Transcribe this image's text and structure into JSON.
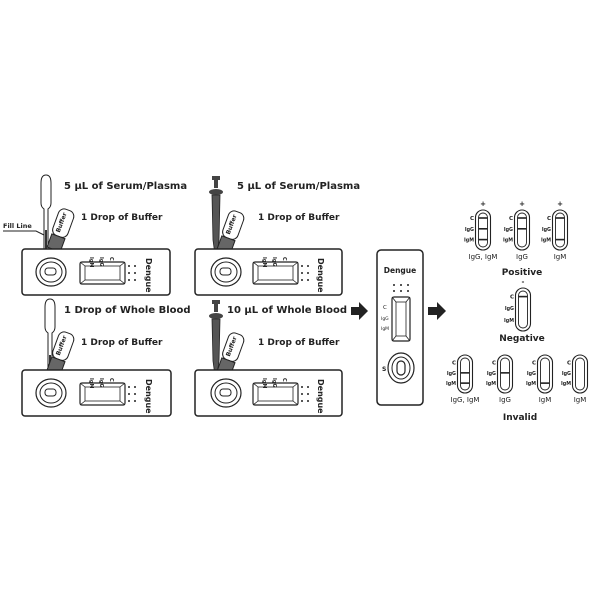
{
  "colors": {
    "ink": "#222222",
    "dark_fill": "#555555",
    "background": "#ffffff"
  },
  "steps": [
    {
      "sample_label": "5 µL of Serum/Plasma",
      "buffer_label": "1 Drop of Buffer",
      "tool": "dropper"
    },
    {
      "sample_label": "5 µL of Serum/Plasma",
      "buffer_label": "1 Drop of Buffer",
      "tool": "micropipette"
    },
    {
      "sample_label": "1 Drop of Whole Blood",
      "buffer_label": "1 Drop of Buffer",
      "tool": "dropper"
    },
    {
      "sample_label": "10 µL of Whole Blood",
      "buffer_label": "1 Drop of Buffer",
      "tool": "micropipette"
    }
  ],
  "fill_line_label": "Fill Line",
  "buffer_bottle_label": "Buffer",
  "cassette": {
    "name": "Dengue",
    "band_labels": {
      "c": "C",
      "igg": "IgG",
      "igm": "IgM"
    },
    "sample_well_label": "S"
  },
  "results": {
    "positive": {
      "title": "Positive",
      "marker": "+",
      "items": [
        {
          "label": "IgG, IgM",
          "c": true,
          "igg": true,
          "igm": true
        },
        {
          "label": "IgG",
          "c": true,
          "igg": true,
          "igm": false
        },
        {
          "label": "IgM",
          "c": true,
          "igg": false,
          "igm": true
        }
      ]
    },
    "negative": {
      "title": "Negative",
      "marker": "-",
      "items": [
        {
          "label": "",
          "c": true,
          "igg": false,
          "igm": false
        }
      ]
    },
    "invalid": {
      "title": "Invalid",
      "items": [
        {
          "label": "IgG, IgM",
          "c": false,
          "igg": true,
          "igm": true
        },
        {
          "label": "IgG",
          "c": false,
          "igg": true,
          "igm": false
        },
        {
          "label": "IgM",
          "c": false,
          "igg": false,
          "igm": true
        },
        {
          "label": "IgM",
          "c": false,
          "igg": false,
          "igm": false
        }
      ]
    }
  }
}
